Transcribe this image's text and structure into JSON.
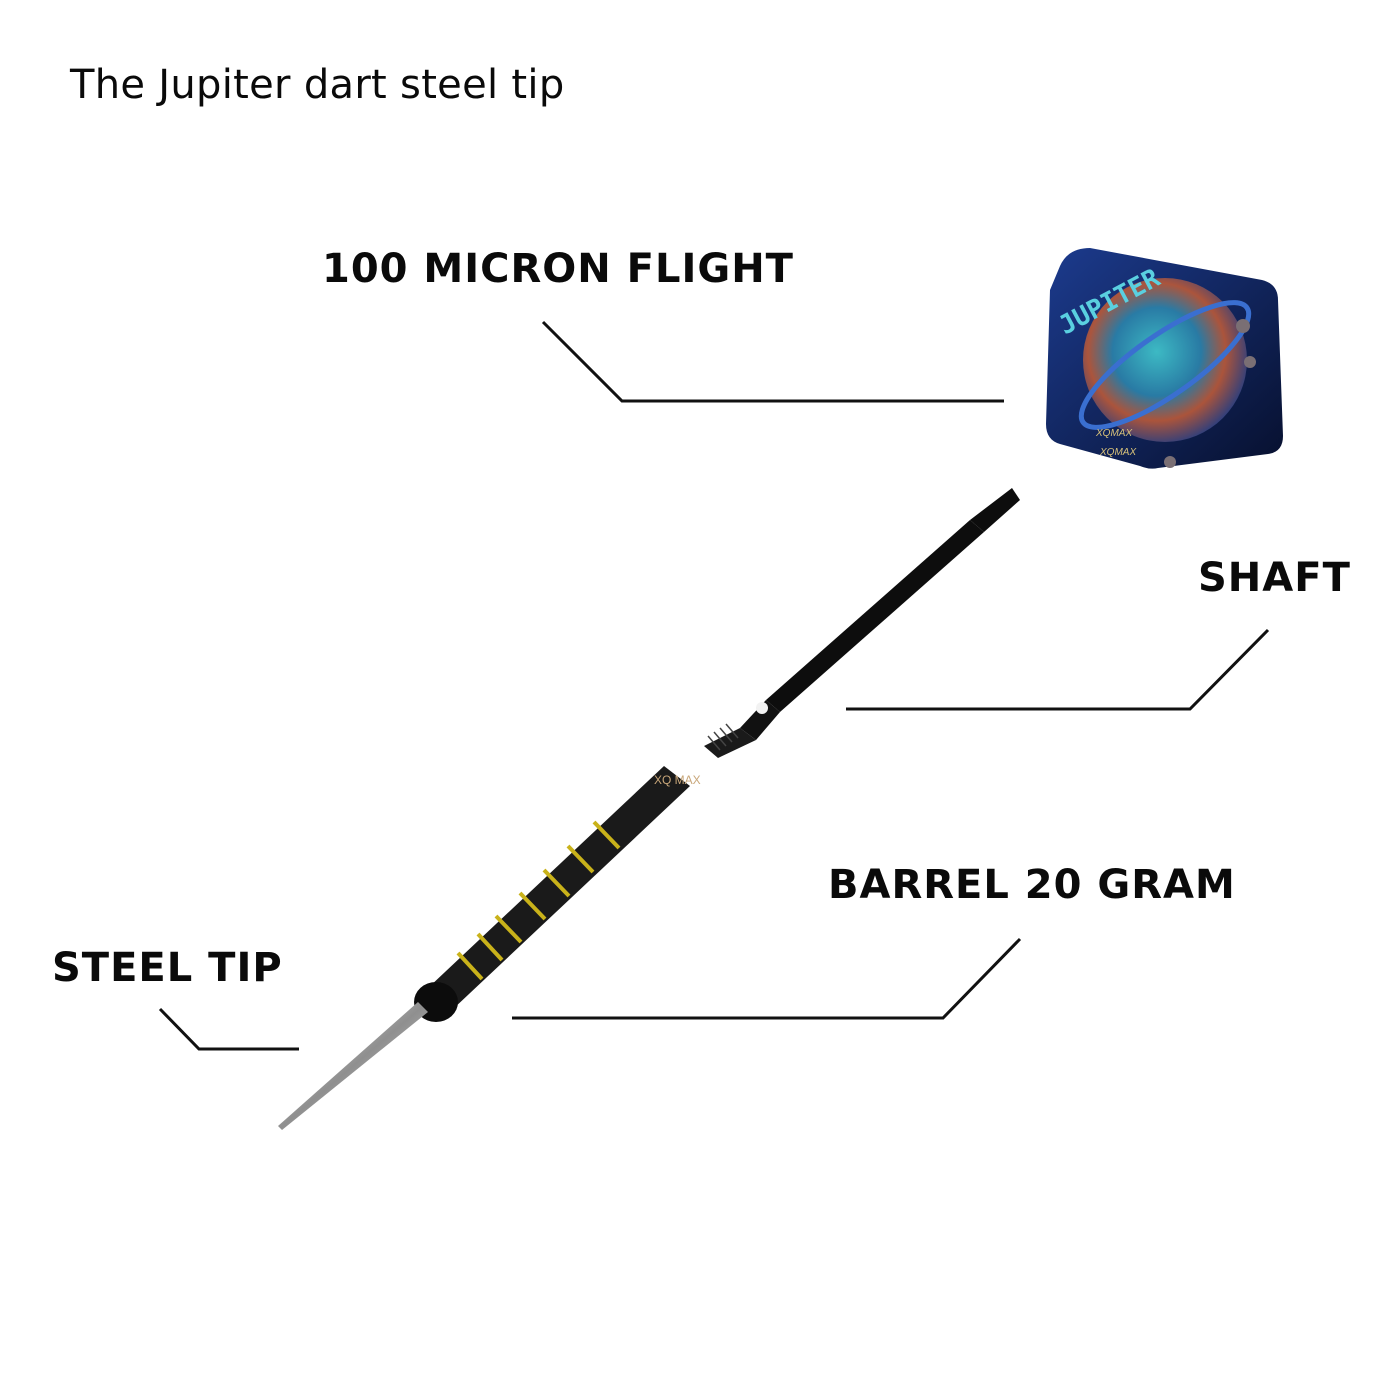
{
  "title": "The Jupiter dart steel tip",
  "labels": {
    "flight": "100 MICRON FLIGHT",
    "shaft": "SHAFT",
    "barrel": "BARREL 20 GRAM",
    "tip": "STEEL TIP"
  },
  "flight_print": {
    "name": "JUPITER",
    "brand": "XQMAX"
  },
  "barrel_logo": "XQ MAX",
  "colors": {
    "text": "#0a0a0a",
    "line": "#111111",
    "barrel": "#1a1a1a",
    "barrel_ring": "#c9b21a",
    "shaft": "#0d0d0d",
    "flight_bg": "#0f1e4a",
    "tip": "#b8b8b8"
  }
}
